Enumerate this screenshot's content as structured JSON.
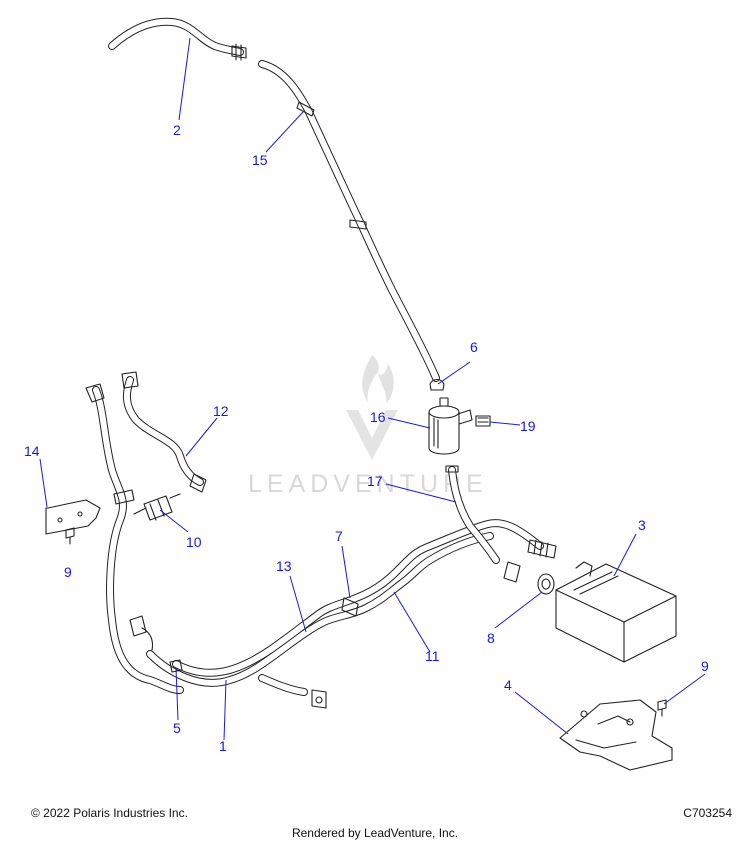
{
  "watermark": {
    "text": "LEADVENTURE"
  },
  "callouts": [
    {
      "id": "c2",
      "label": "2"
    },
    {
      "id": "c15",
      "label": "15"
    },
    {
      "id": "c6",
      "label": "6"
    },
    {
      "id": "c16",
      "label": "16"
    },
    {
      "id": "c19",
      "label": "19"
    },
    {
      "id": "c12",
      "label": "12"
    },
    {
      "id": "c14",
      "label": "14"
    },
    {
      "id": "c17",
      "label": "17"
    },
    {
      "id": "c3",
      "label": "3"
    },
    {
      "id": "c7",
      "label": "7"
    },
    {
      "id": "c13",
      "label": "13"
    },
    {
      "id": "c10",
      "label": "10"
    },
    {
      "id": "c9a",
      "label": "9"
    },
    {
      "id": "c8",
      "label": "8"
    },
    {
      "id": "c11",
      "label": "11"
    },
    {
      "id": "c9b",
      "label": "9"
    },
    {
      "id": "c4",
      "label": "4"
    },
    {
      "id": "c5",
      "label": "5"
    },
    {
      "id": "c1",
      "label": "1"
    }
  ],
  "footer": {
    "copyright": "© 2022 Polaris Industries Inc.",
    "diagram_code": "C703254",
    "rendered_by": "Rendered by LeadVenture, Inc."
  }
}
